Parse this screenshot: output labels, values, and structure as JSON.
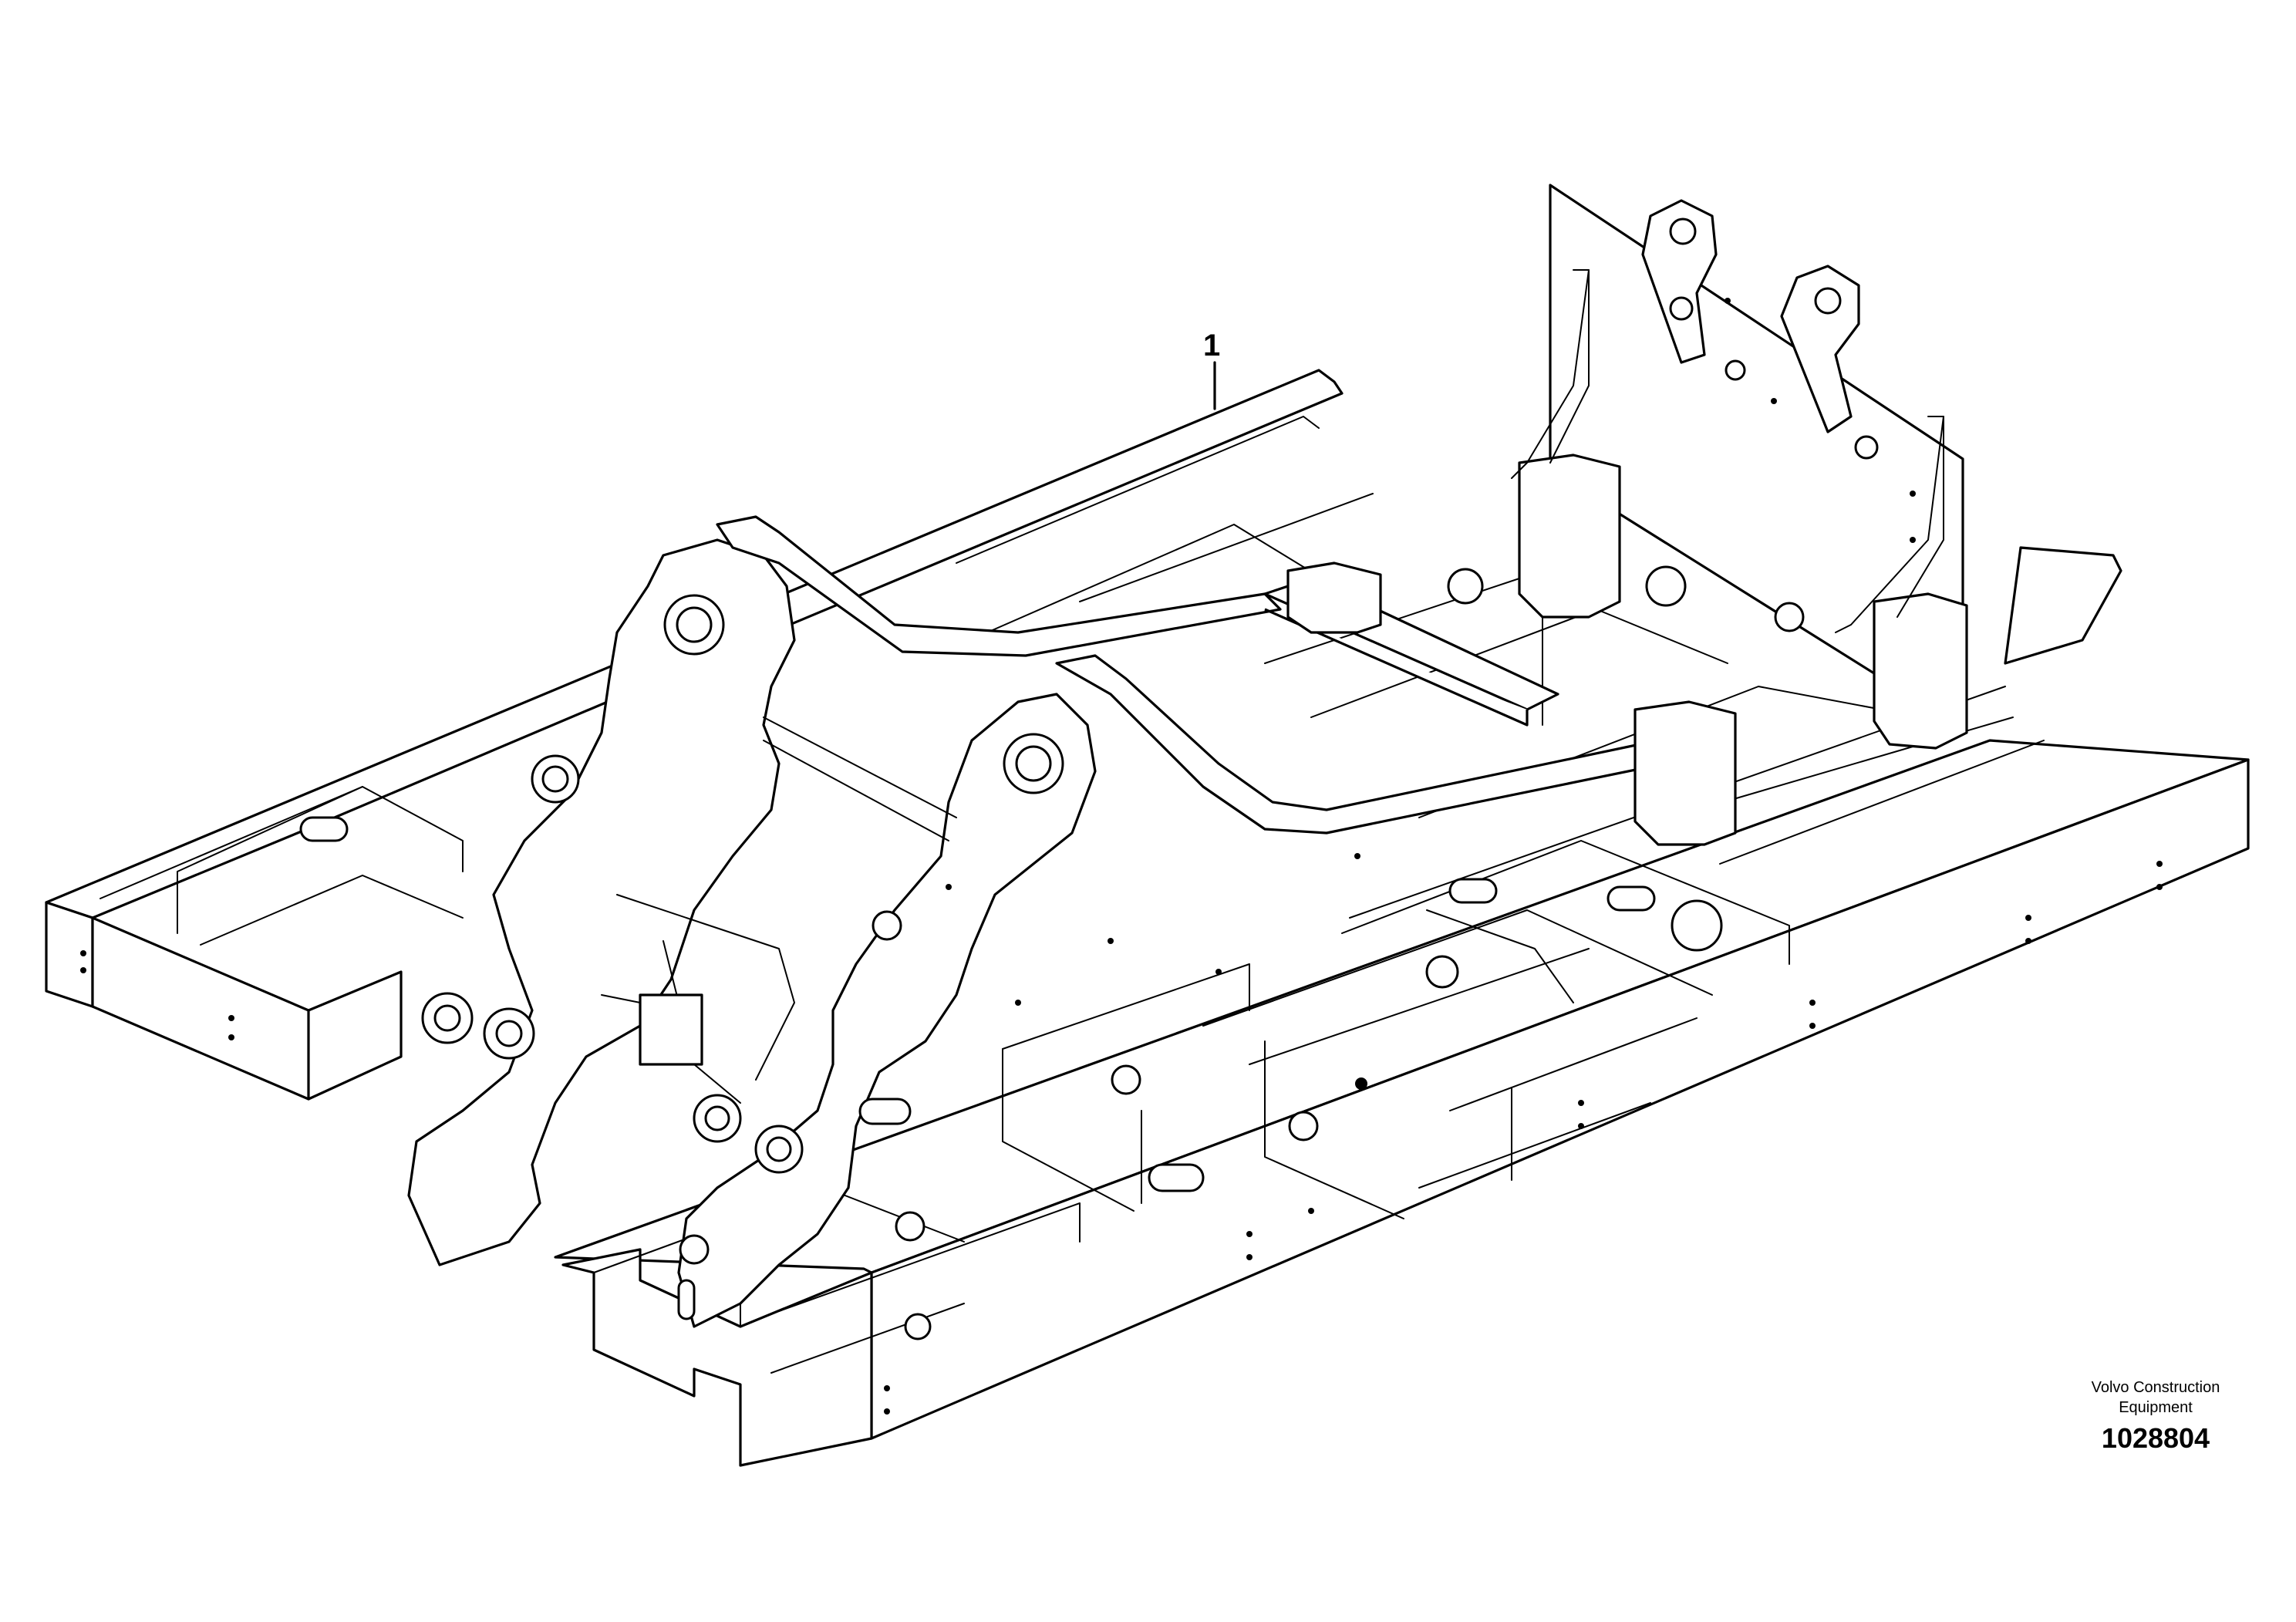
{
  "callouts": [
    {
      "label": "1"
    }
  ],
  "manufacturer": {
    "line1": "Volvo Construction",
    "line2": "Equipment"
  },
  "illustration_number": "1028804"
}
